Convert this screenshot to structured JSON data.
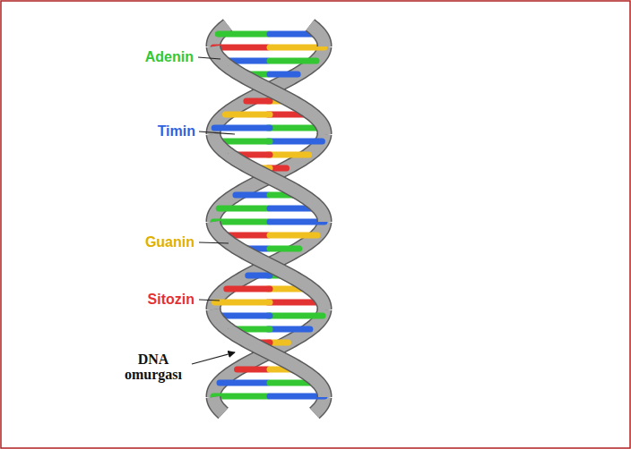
{
  "diagram": {
    "labels": [
      "Adenin",
      "Timin",
      "Guanin",
      "Sitozin",
      "DNA omurgası"
    ]
  }
}
